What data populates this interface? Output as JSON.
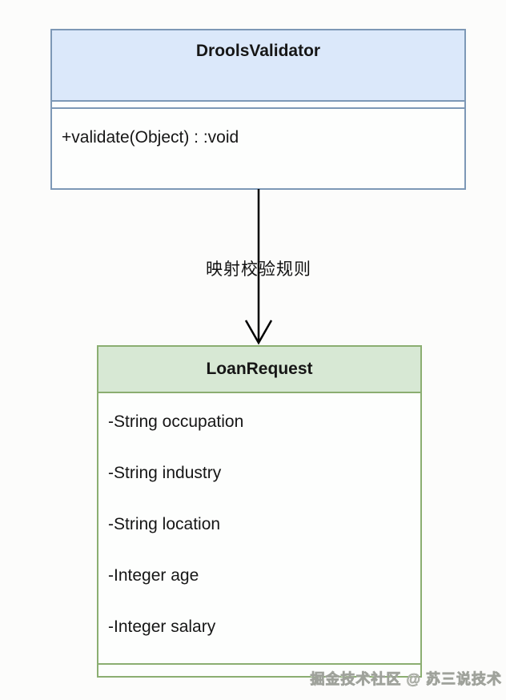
{
  "diagram": {
    "classes": [
      {
        "name": "DroolsValidator",
        "fields": [],
        "methods": [
          "+validate(Object) : :void"
        ],
        "header_fill": "#dbe8fa",
        "border_color": "#7d98b6"
      },
      {
        "name": "LoanRequest",
        "fields": [
          "-String occupation",
          "-String industry",
          "-String location",
          "-Integer age",
          "-Integer salary"
        ],
        "methods": [],
        "header_fill": "#d7e8d4",
        "border_color": "#8bae71"
      }
    ],
    "edge": {
      "label": "映射校验规则",
      "from": "DroolsValidator",
      "to": "LoanRequest",
      "arrow_style": "open-arrow",
      "line_color": "#000000"
    }
  },
  "watermark": {
    "text": "掘金技术社区 @ 苏三说技术",
    "color": "#9fa29b"
  }
}
